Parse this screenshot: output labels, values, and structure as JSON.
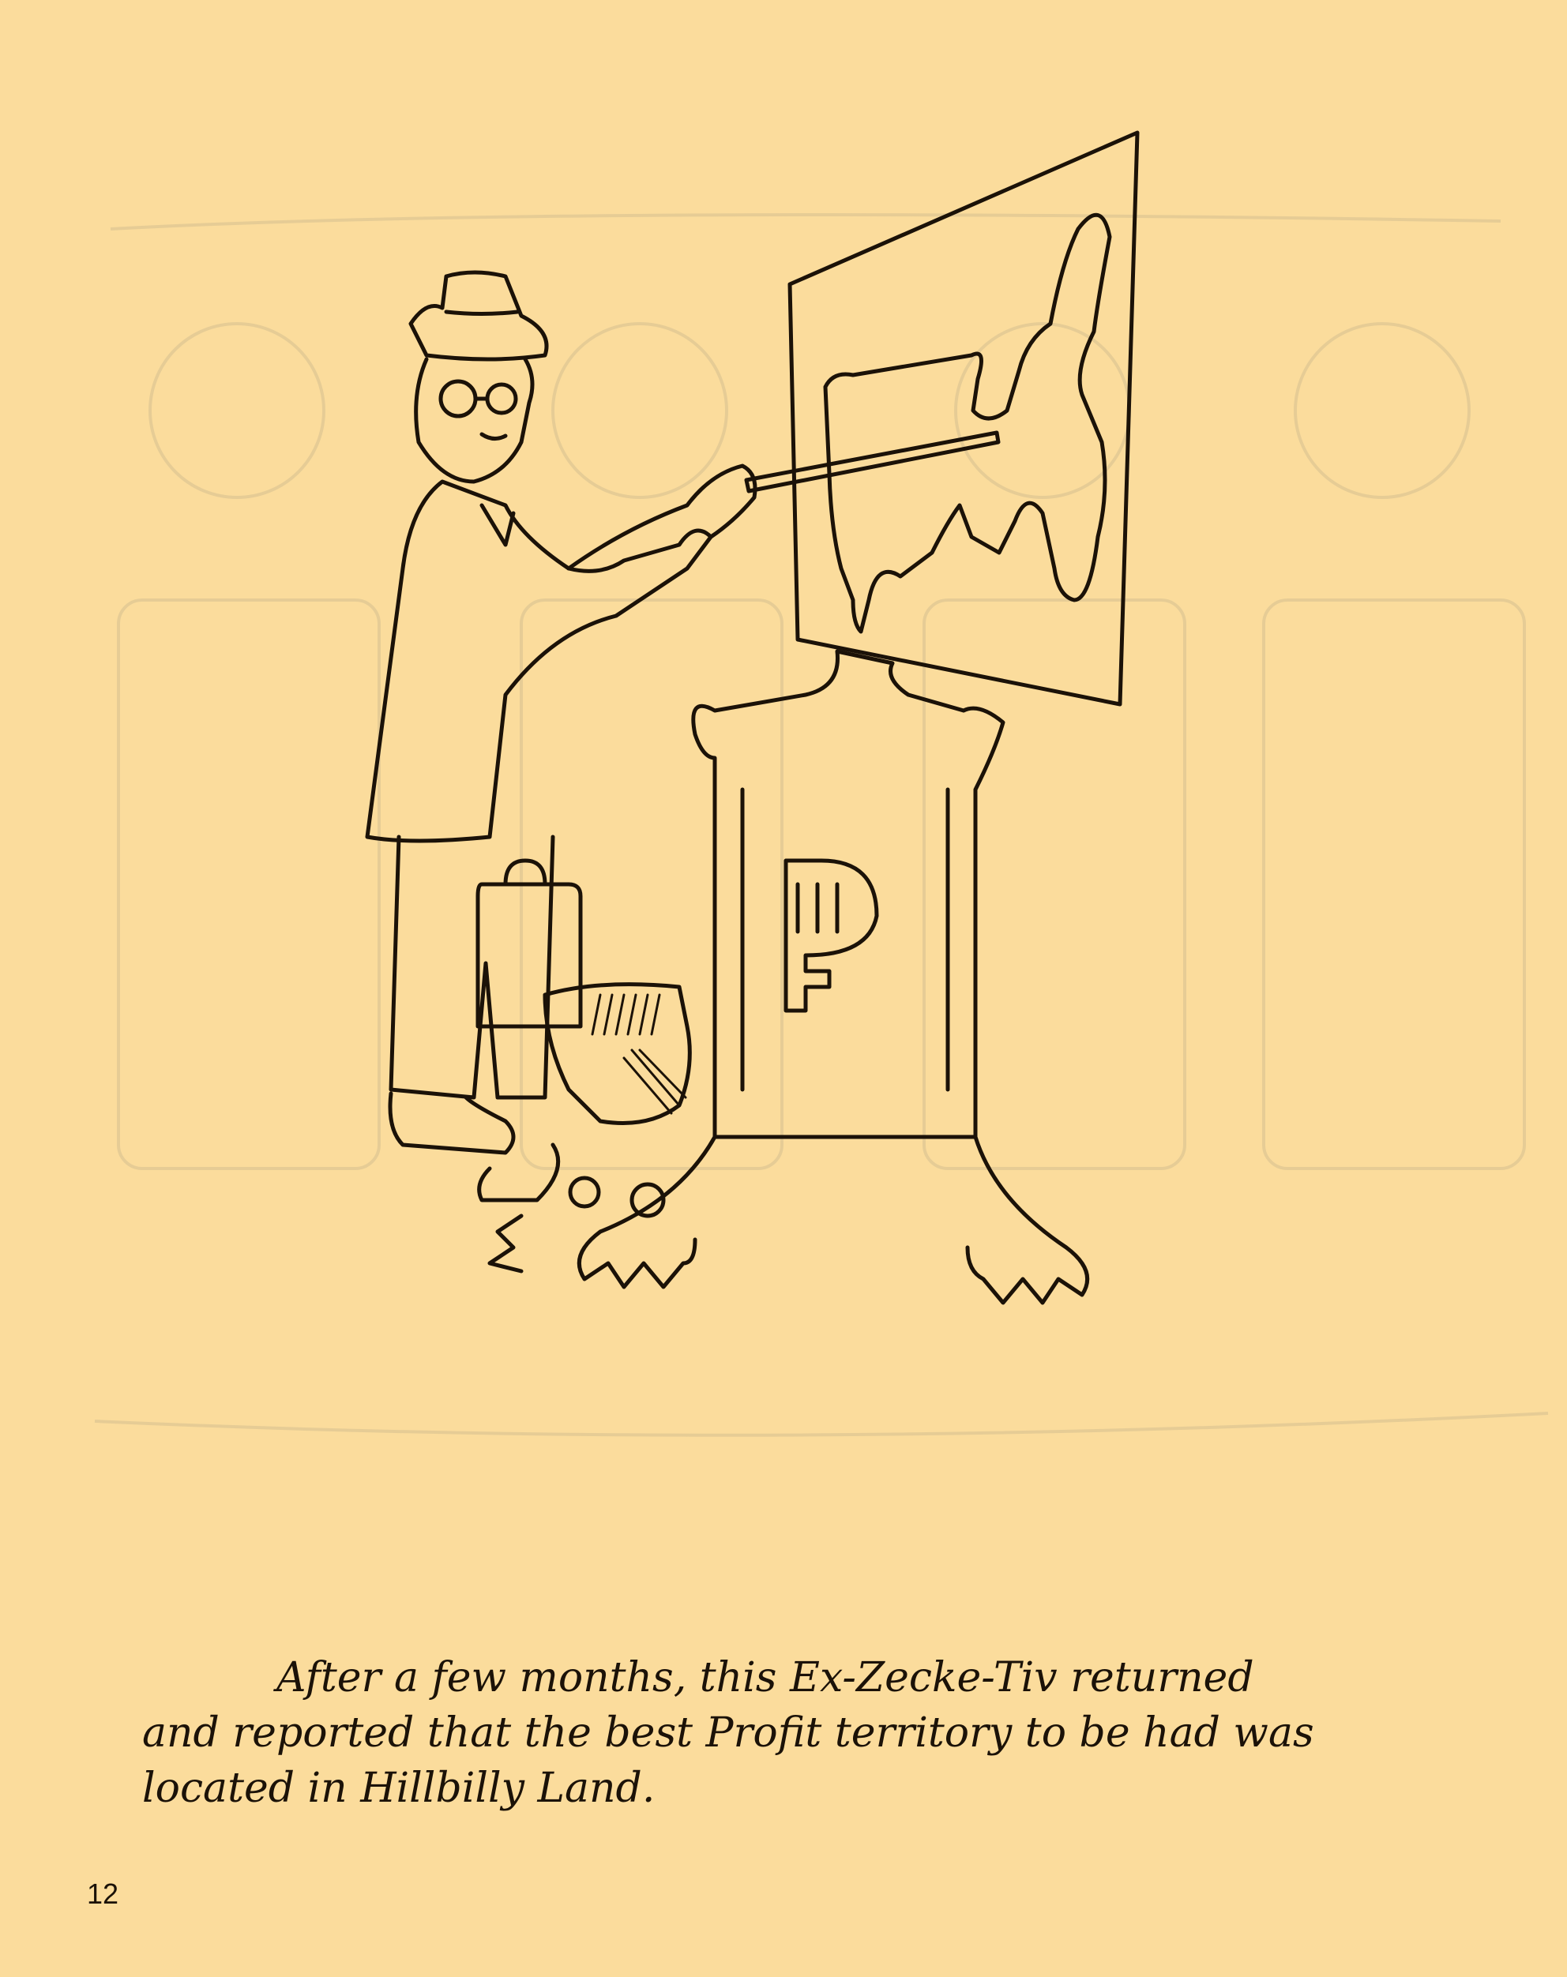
{
  "colors": {
    "paper": "#fbdc9c",
    "ink": "#1b1208",
    "ghost": "#9a9a8a"
  },
  "illustration": {
    "icon": "executive-with-map-easel-illustration"
  },
  "caption": {
    "line1": "After a few months, this Ex-Zecke-Tiv returned",
    "line2": "and reported that the best Profit territory to be had was",
    "line3": "located in Hillbilly Land."
  },
  "page_number": "12"
}
